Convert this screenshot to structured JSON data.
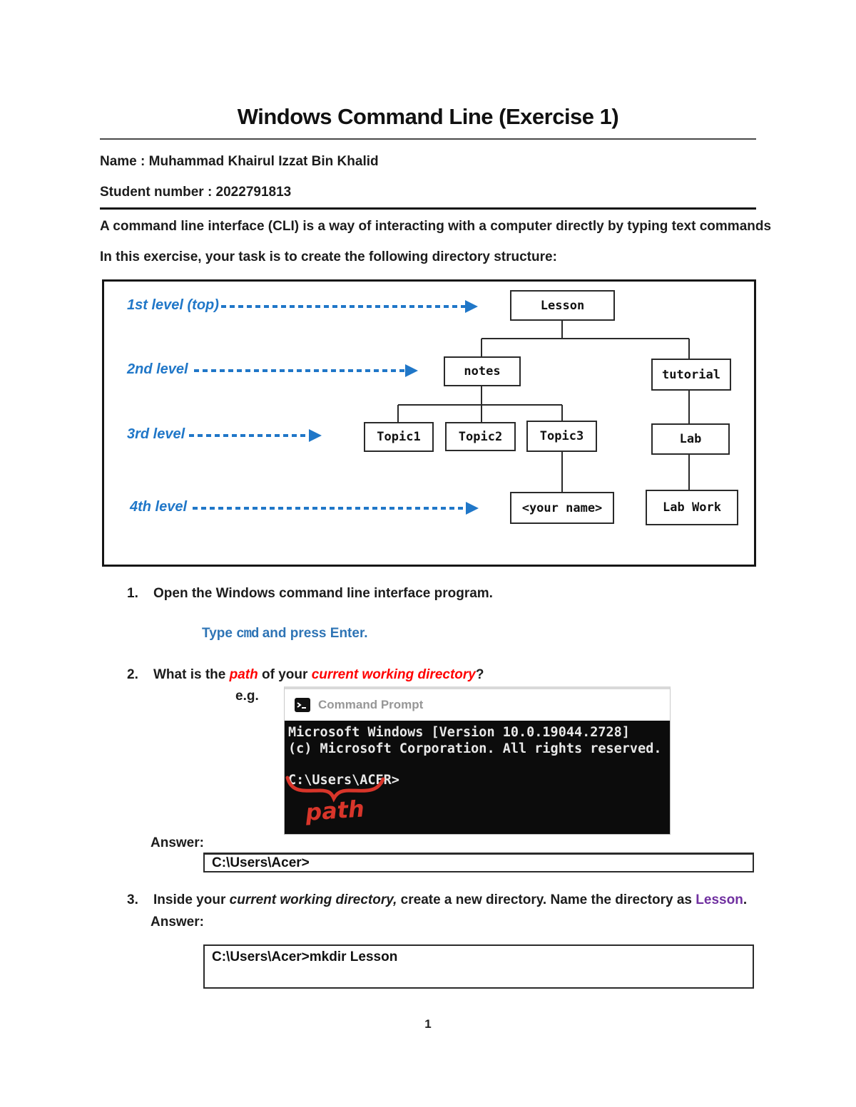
{
  "header": {
    "title": "Windows Command Line (Exercise 1)",
    "name_line": "Name : Muhammad Khairul Izzat Bin Khalid",
    "student_line": "Student number : 2022791813"
  },
  "intro": {
    "line1": "A command line interface (CLI) is a way of interacting with a computer directly by typing text commands",
    "line2": "In this exercise, your task is to create the following directory structure:"
  },
  "diagram": {
    "levels": [
      {
        "label": "1st level (top)"
      },
      {
        "label": "2nd level"
      },
      {
        "label": "3rd level"
      },
      {
        "label": "4th level"
      }
    ],
    "nodes": {
      "lesson": "Lesson",
      "notes": "notes",
      "tutorial": "tutorial",
      "topic1": "Topic1",
      "topic2": "Topic2",
      "topic3": "Topic3",
      "lab": "Lab",
      "your_name": "<your name>",
      "lab_work": "Lab Work"
    }
  },
  "steps": {
    "one": {
      "num": "1.",
      "text": "Open the Windows command line interface program.",
      "hint_t1": "Type ",
      "hint_cmd": "cmd",
      "hint_t2": " and press ",
      "hint_enter": "Enter."
    },
    "two": {
      "num": "2.",
      "t1": "What is the ",
      "path_word": "path",
      "t2": " of your ",
      "cwd_word": "current working directory",
      "t3": "?",
      "eg": "e.g."
    },
    "three": {
      "num": "3.",
      "t1": "Inside your ",
      "italic": "current working directory,",
      "t2": " create a new directory. Name the directory as ",
      "highlight": "Lesson",
      "t3": "."
    }
  },
  "cmd_window": {
    "title": "Command Prompt",
    "line1": "Microsoft Windows [Version 10.0.19044.2728]",
    "line2": "(c) Microsoft Corporation. All rights reserved.",
    "prompt": "C:\\Users\\ACER>",
    "annotation": "path"
  },
  "answers": {
    "label": "Answer:",
    "box1": "C:\\Users\\Acer>",
    "box2": "C:\\Users\\Acer>mkdir Lesson"
  },
  "page": {
    "number": "1"
  },
  "colors": {
    "accent_blue": "#2E74B5",
    "label_blue": "#2077C8",
    "alert_red": "#FF0000",
    "annotation_red": "#D8352A",
    "highlight_purple": "#7030A0",
    "console_bg": "#0C0C0C",
    "console_text": "#E8E8E8"
  }
}
